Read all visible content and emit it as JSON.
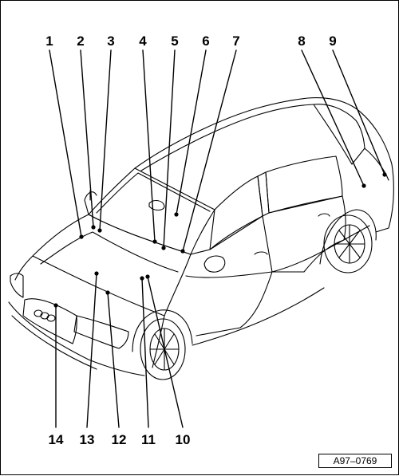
{
  "diagram": {
    "callouts": [
      {
        "id": "c1",
        "label": "1"
      },
      {
        "id": "c2",
        "label": "2"
      },
      {
        "id": "c3",
        "label": "3"
      },
      {
        "id": "c4",
        "label": "4"
      },
      {
        "id": "c5",
        "label": "5"
      },
      {
        "id": "c6",
        "label": "6"
      },
      {
        "id": "c7",
        "label": "7"
      },
      {
        "id": "c8",
        "label": "8"
      },
      {
        "id": "c9",
        "label": "9"
      },
      {
        "id": "c10",
        "label": "10"
      },
      {
        "id": "c11",
        "label": "11"
      },
      {
        "id": "c12",
        "label": "12"
      },
      {
        "id": "c13",
        "label": "13"
      },
      {
        "id": "c14",
        "label": "14"
      }
    ],
    "reference_code": "A97–0769"
  }
}
